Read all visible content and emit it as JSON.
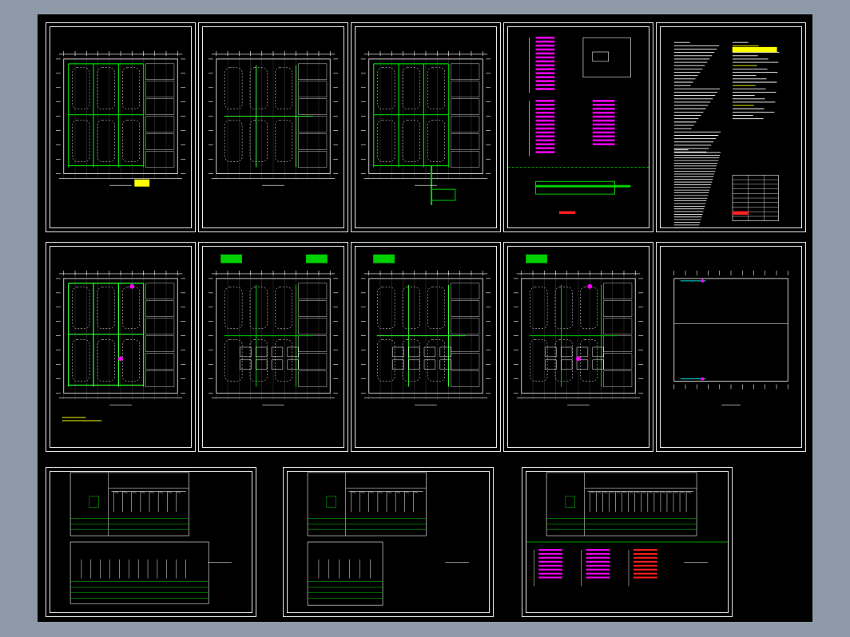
{
  "title_block": {
    "viewport_background": "#000000",
    "workspace_background": "#8f9aa8"
  },
  "colors": {
    "frame": "#e8e8e8",
    "grid": "#ffffff",
    "wiring": "#00d000",
    "bright_wiring": "#33ff33",
    "highlight": "#ff00ff",
    "annotation": "#ffff00",
    "cyan": "#00e0e0",
    "red": "#ff2020"
  },
  "sheets": [
    {
      "id": "s1",
      "kind": "floor_plan",
      "variant": "lighting"
    },
    {
      "id": "s2",
      "kind": "floor_plan",
      "variant": "power"
    },
    {
      "id": "s3",
      "kind": "floor_plan",
      "variant": "riser"
    },
    {
      "id": "s4",
      "kind": "schedule"
    },
    {
      "id": "s5",
      "kind": "notes"
    },
    {
      "id": "s6",
      "kind": "floor_plan",
      "variant": "fire"
    },
    {
      "id": "s7",
      "kind": "floor_plan",
      "variant": "equipment"
    },
    {
      "id": "s8",
      "kind": "floor_plan",
      "variant": "equipment2"
    },
    {
      "id": "s9",
      "kind": "floor_plan",
      "variant": "weak"
    },
    {
      "id": "s10",
      "kind": "roof_plan"
    },
    {
      "id": "s11",
      "kind": "panel_diagram"
    },
    {
      "id": "s12",
      "kind": "panel_diagram"
    },
    {
      "id": "s13",
      "kind": "panel_diagram"
    }
  ]
}
